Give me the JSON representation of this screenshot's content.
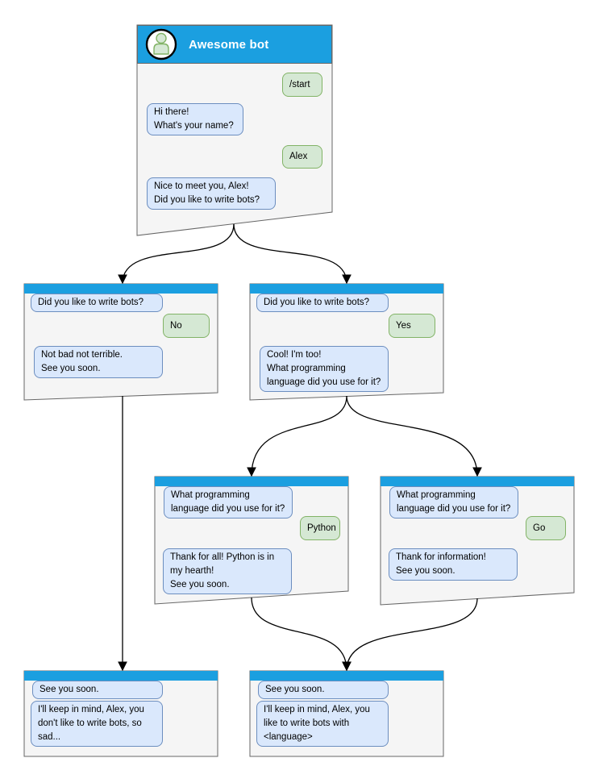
{
  "bot": {
    "title": "Awesome bot",
    "avatar": "person-icon"
  },
  "colors": {
    "header_blue": "#1B9FE0",
    "window_bg": "#F5F5F5",
    "window_border": "#666666",
    "bot_bubble_bg": "#DAE8FC",
    "bot_bubble_border": "#6C8EBF",
    "user_bubble_bg": "#D5E8D4",
    "user_bubble_border": "#82B366",
    "arrow": "#000000"
  },
  "windows": [
    {
      "name": "start-window",
      "title": "Awesome bot",
      "messages": [
        {
          "from": "user",
          "text": "/start"
        },
        {
          "from": "bot",
          "text": "Hi there!\nWhat's your name?"
        },
        {
          "from": "user",
          "text": "Alex"
        },
        {
          "from": "bot",
          "text": "Nice to meet you, Alex!\nDid you like to write bots?"
        }
      ]
    },
    {
      "name": "branch-no-window",
      "messages": [
        {
          "from": "bot",
          "text": "Did you like to write bots?"
        },
        {
          "from": "user",
          "text": "No"
        },
        {
          "from": "bot",
          "text": "Not bad not terrible.\nSee you soon."
        }
      ]
    },
    {
      "name": "branch-yes-window",
      "messages": [
        {
          "from": "bot",
          "text": "Did you like to write bots?"
        },
        {
          "from": "user",
          "text": "Yes"
        },
        {
          "from": "bot",
          "text": "Cool! I'm too!\nWhat programming\nlanguage did you use for it?"
        }
      ]
    },
    {
      "name": "branch-python-window",
      "messages": [
        {
          "from": "bot",
          "text": "What programming\nlanguage did you use for it?"
        },
        {
          "from": "user",
          "text": "Python"
        },
        {
          "from": "bot",
          "text": "Thank for all! Python is in\nmy hearth!\nSee you soon."
        }
      ]
    },
    {
      "name": "branch-go-window",
      "messages": [
        {
          "from": "bot",
          "text": "What programming\nlanguage did you use for it?"
        },
        {
          "from": "user",
          "text": "Go"
        },
        {
          "from": "bot",
          "text": "Thank for information!\nSee you soon."
        }
      ]
    },
    {
      "name": "end-no-window",
      "messages": [
        {
          "from": "bot",
          "text": "See you soon."
        },
        {
          "from": "bot",
          "text": "I'll keep in mind, Alex, you\ndon't like to write bots, so\nsad..."
        }
      ]
    },
    {
      "name": "end-yes-window",
      "messages": [
        {
          "from": "bot",
          "text": "See you soon."
        },
        {
          "from": "bot",
          "text": "I'll keep in mind, Alex, you\nlike to write bots with\n<language>"
        }
      ]
    }
  ]
}
